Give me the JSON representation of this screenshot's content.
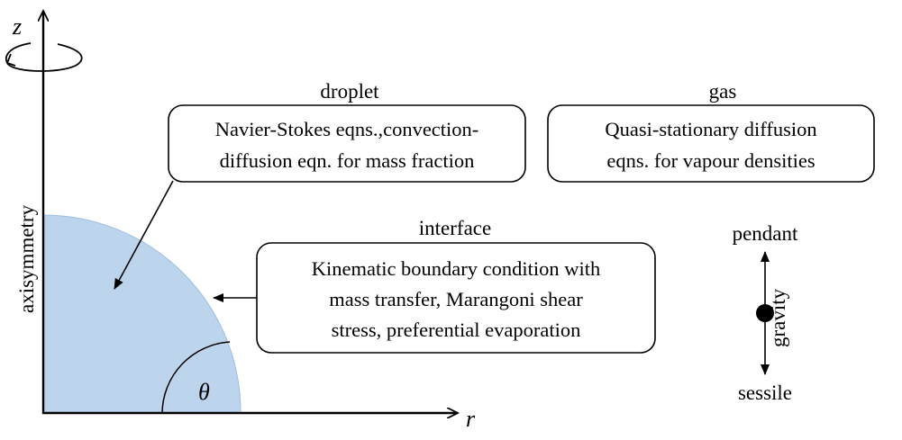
{
  "axes": {
    "z_label": "z",
    "r_label": "r",
    "vertical_label": "axisymmetry",
    "angle_label": "θ"
  },
  "regions": {
    "droplet": {
      "title": "droplet",
      "lines": [
        "Navier-Stokes eqns.,convection-",
        "diffusion eqn. for  mass fraction"
      ]
    },
    "gas": {
      "title": "gas",
      "lines": [
        "Quasi-stationary diffusion",
        "eqns. for vapour densities"
      ]
    },
    "interface": {
      "title": "interface",
      "lines": [
        "Kinematic boundary condition with",
        "mass transfer, Marangoni shear",
        "stress, preferential evaporation"
      ]
    }
  },
  "gravity": {
    "top_label": "pendant",
    "bottom_label": "sessile",
    "side_label": "gravity"
  },
  "colors": {
    "droplet_fill": "#bcd5ec",
    "droplet_edge": "#9dbfe0",
    "line": "#000000"
  }
}
